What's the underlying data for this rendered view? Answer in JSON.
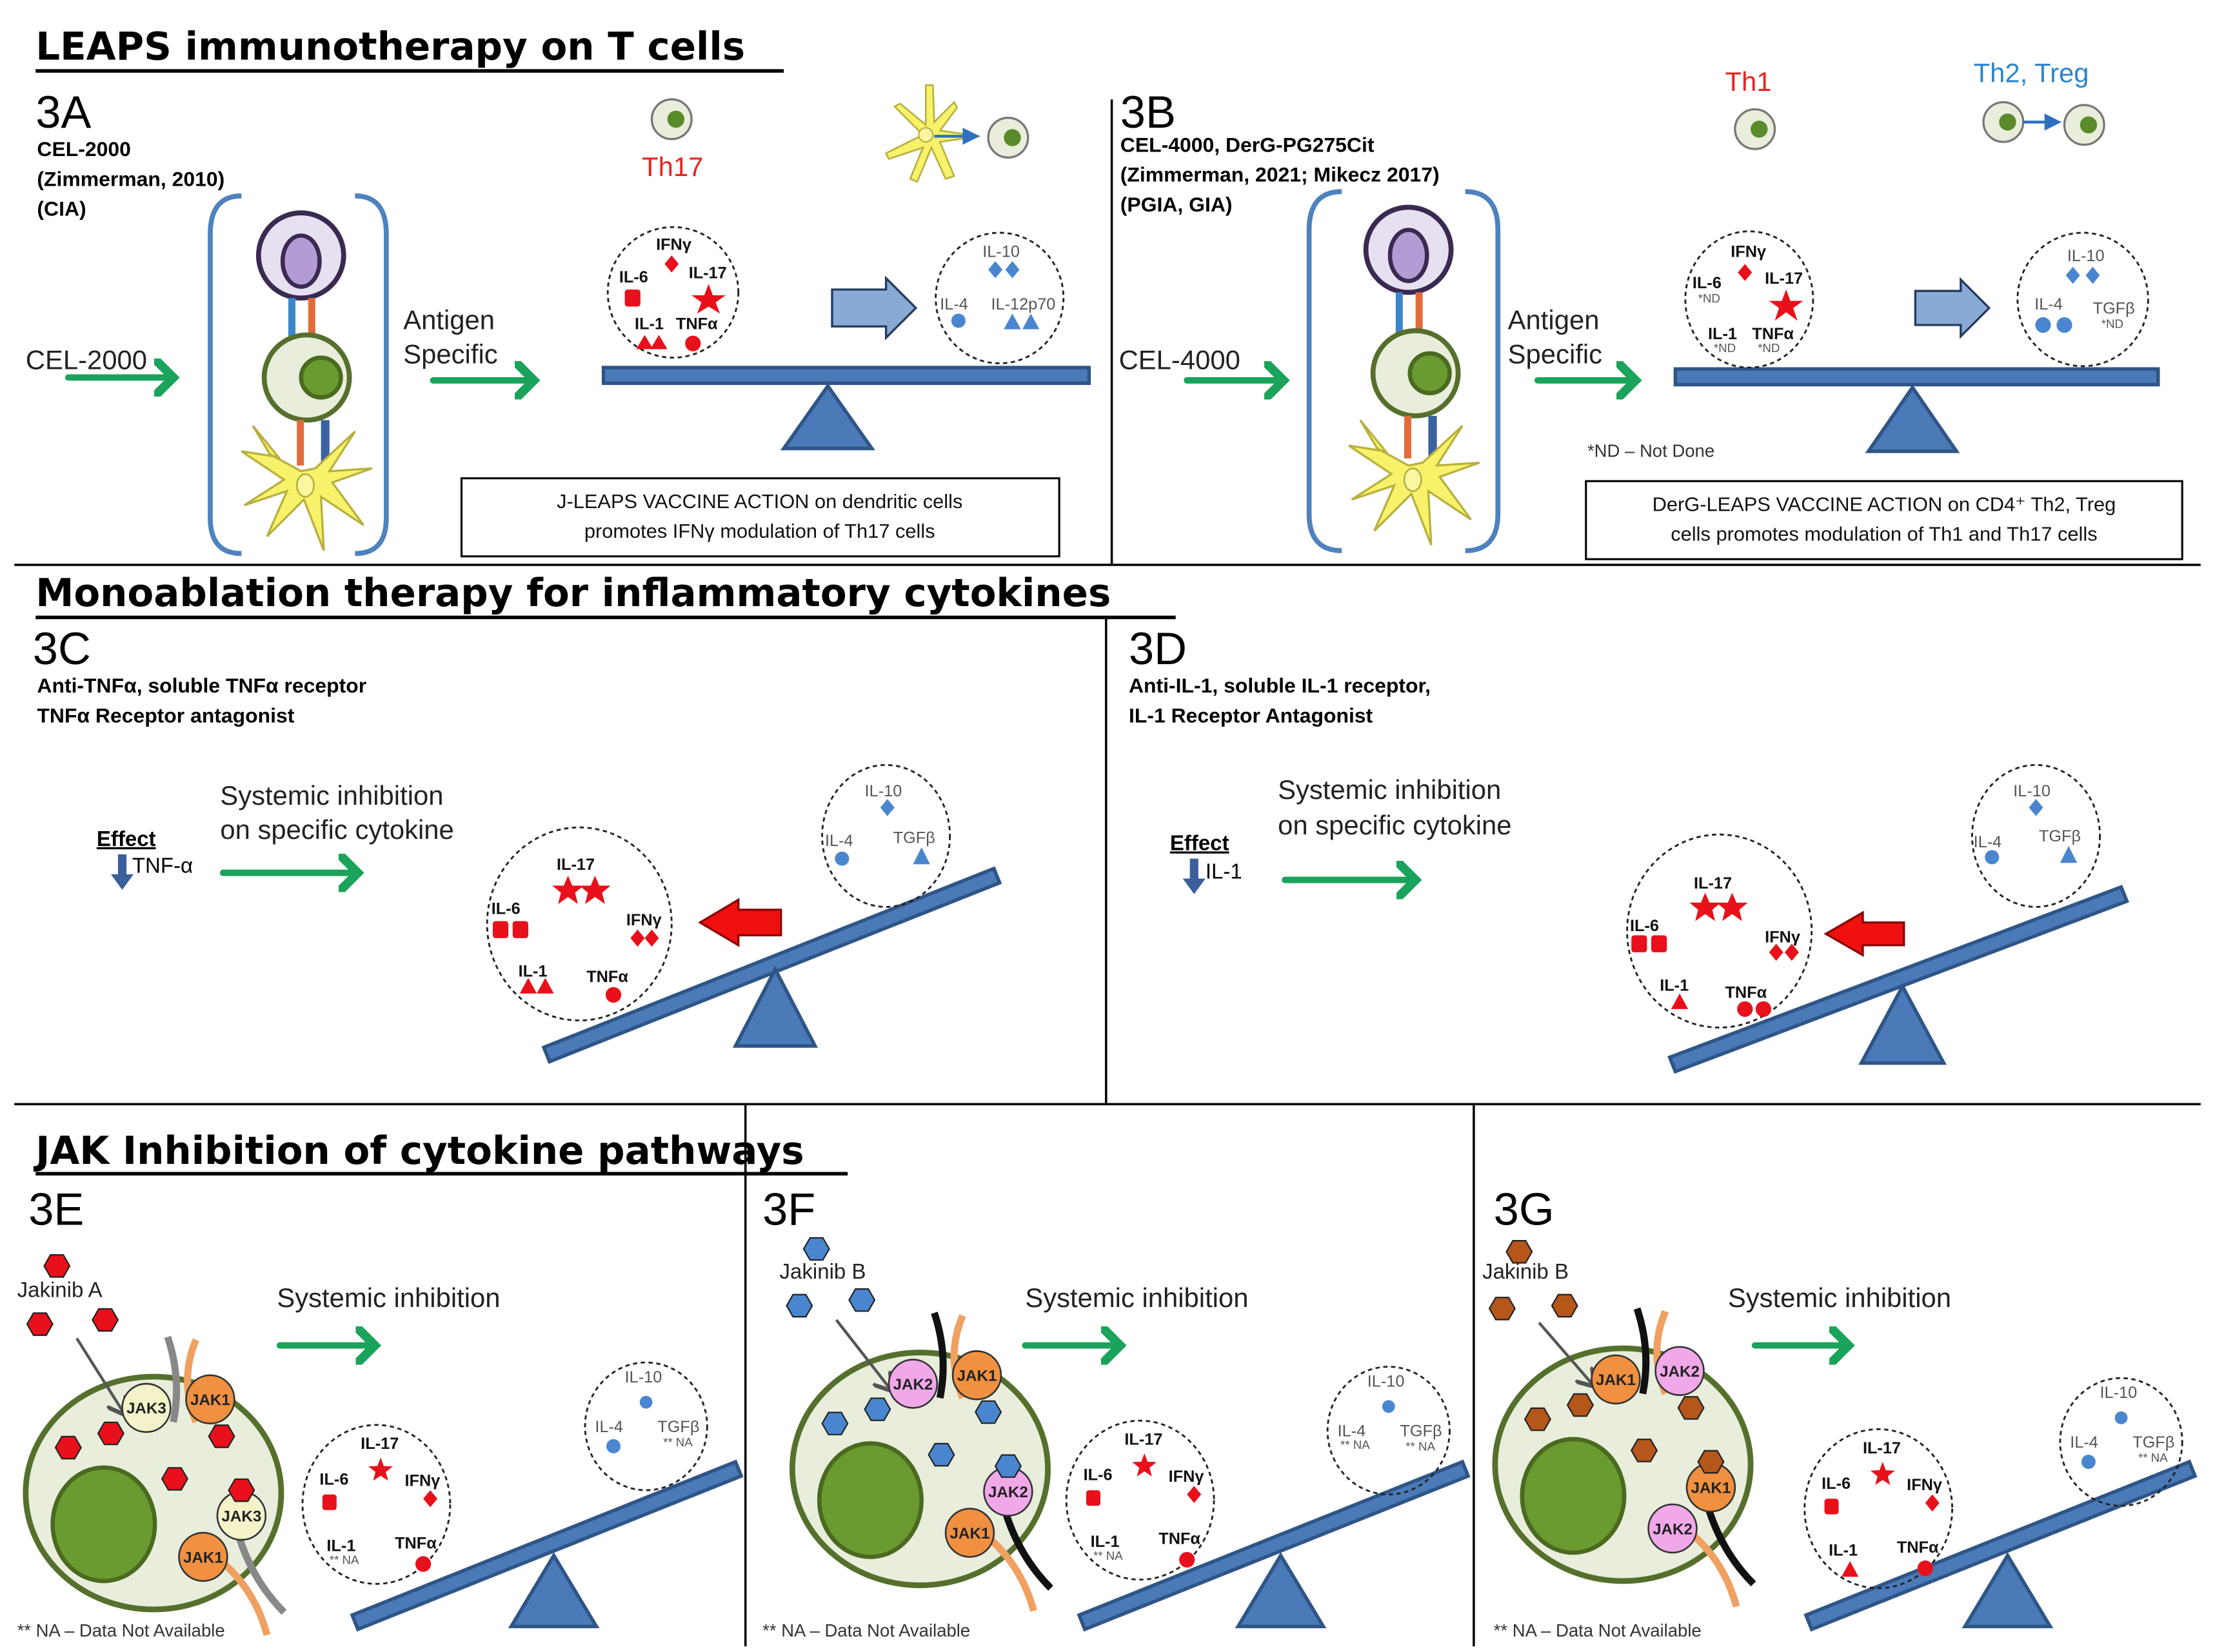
{
  "sections": {
    "leaps": {
      "title": "LEAPS immunotherapy on T cells"
    },
    "mono": {
      "title": "Monoablation therapy for inflammatory cytokines"
    },
    "jak": {
      "title": "JAK Inhibition of cytokine pathways"
    }
  },
  "panels": {
    "A": {
      "label": "3A",
      "subtitle": [
        "CEL-2000",
        "(Zimmerman, 2010)",
        "(CIA)"
      ],
      "input_label": "CEL-2000",
      "antigen_label": [
        "Antigen",
        "Specific"
      ],
      "cell_label": "Th17",
      "cell_label_color": "#e8231e",
      "left_circle": {
        "labels": [
          "IFNγ",
          "IL-6",
          "IL-17",
          "IL-1",
          "TNFα"
        ]
      },
      "right_circle": {
        "labels": [
          "IL-10",
          "IL-4",
          "IL-12p70"
        ]
      },
      "box": [
        "J-LEAPS VACCINE  ACTION  on dendritic cells",
        "promotes IFNγ modulation  of Th17 cells"
      ]
    },
    "B": {
      "label": "3B",
      "subtitle": [
        "CEL-4000, DerG-PG275Cit",
        "(Zimmerman, 2021; Mikecz 2017)",
        "(PGIA, GIA)"
      ],
      "input_label": "CEL-4000",
      "antigen_label": [
        "Antigen",
        "Specific"
      ],
      "cell_label_1": "Th1",
      "cell_label_1_color": "#e8231e",
      "cell_label_2": "Th2, Treg",
      "cell_label_2_color": "#2e86c8",
      "left_circle": {
        "labels": [
          "IFNγ",
          "IL-6",
          "IL-17",
          "IL-1",
          "TNFα"
        ],
        "nd": "*ND"
      },
      "right_circle": {
        "labels": [
          "IL-10",
          "IL-4",
          "TGFβ"
        ],
        "nd": "*ND"
      },
      "footnote": "*ND – Not Done",
      "box": [
        "DerG-LEAPS  VACCINE  ACTION  on CD4⁺ Th2, Treg",
        "cells promotes  modulation  of Th1  and Th17 cells"
      ]
    },
    "C": {
      "label": "3C",
      "subtitle": [
        "Anti-TNFα, soluble TNFα receptor",
        "TNFα Receptor antagonist"
      ],
      "effect_label": "Effect",
      "effect_target": "TNF-α",
      "inhibition_label": [
        "Systemic inhibition",
        "on specific cytokine"
      ],
      "left_circle": {
        "labels": [
          "IL-17",
          "IL-6",
          "IFNγ",
          "IL-1",
          "TNFα"
        ]
      },
      "right_circle": {
        "labels": [
          "IL-10",
          "IL-4",
          "TGFβ"
        ]
      }
    },
    "D": {
      "label": "3D",
      "subtitle": [
        "Anti-IL-1, soluble IL-1 receptor,",
        "IL-1 Receptor Antagonist"
      ],
      "effect_label": "Effect",
      "effect_target": "IL-1",
      "inhibition_label": [
        "Systemic inhibition",
        "on specific cytokine"
      ],
      "left_circle": {
        "labels": [
          "IL-17",
          "IL-6",
          "IFNγ",
          "IL-1",
          "TNFα"
        ]
      },
      "right_circle": {
        "labels": [
          "IL-10",
          "IL-4",
          "TGFβ"
        ]
      }
    },
    "E": {
      "label": "3E",
      "drug": "Jakinib A",
      "drug_color": "#e8101a",
      "jaks": [
        "JAK3",
        "JAK1",
        "JAK3",
        "JAK1"
      ],
      "inhibition_label": "Systemic inhibition",
      "left_circle": {
        "labels": [
          "IL-17",
          "IL-6",
          "IFNγ",
          "IL-1",
          "TNFα"
        ],
        "na": "** NA"
      },
      "right_circle": {
        "labels": [
          "IL-10",
          "IL-4",
          "TGFβ"
        ],
        "na": "** NA"
      },
      "footnote": "** NA – Data Not Available"
    },
    "F": {
      "label": "3F",
      "drug": "Jakinib B",
      "drug_color": "#4a86d0",
      "jaks": [
        "JAK2",
        "JAK1",
        "JAK2",
        "JAK1"
      ],
      "inhibition_label": "Systemic inhibition",
      "left_circle": {
        "labels": [
          "IL-17",
          "IL-6",
          "IFNγ",
          "IL-1",
          "TNFα"
        ],
        "na": "** NA"
      },
      "right_circle": {
        "labels": [
          "IL-10",
          "IL-4",
          "TGFβ"
        ],
        "na": "** NA"
      },
      "footnote": "** NA – Data Not Available"
    },
    "G": {
      "label": "3G",
      "drug": "Jakinib B",
      "drug_color": "#b5561a",
      "jaks": [
        "JAK1",
        "JAK2",
        "JAK1",
        "JAK2"
      ],
      "inhibition_label": "Systemic inhibition",
      "left_circle": {
        "labels": [
          "IL-17",
          "IL-6",
          "IFNγ",
          "IL-1",
          "TNFα"
        ]
      },
      "right_circle": {
        "labels": [
          "IL-10",
          "IL-4",
          "TGFβ"
        ],
        "na": "** NA"
      },
      "footnote": "** NA – Data Not Available"
    }
  },
  "colors": {
    "pro_inflammatory": "#e8101a",
    "anti_inflammatory": "#4a86d0",
    "beam": "#4a7ab8",
    "arrow_green": "#1aa35a",
    "jak1": "#f09040",
    "jak2": "#f0a8e8",
    "jak3": "#f4f2c8"
  }
}
